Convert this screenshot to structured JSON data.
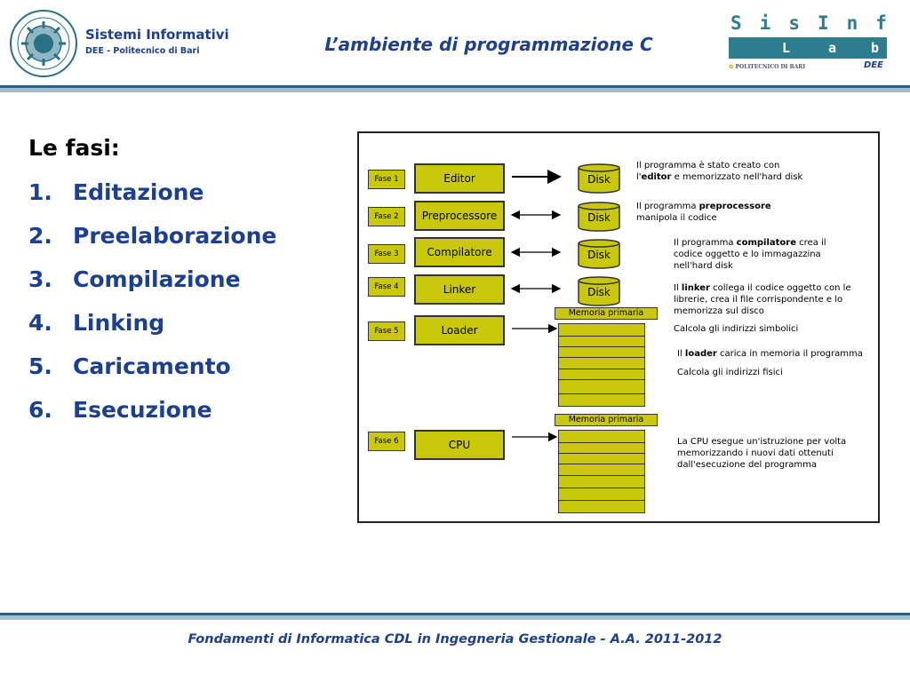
{
  "header": {
    "org_title": "Sistemi Informativi",
    "org_subtitle": "DEE - Politecnico di Bari",
    "slide_title": "L’ambiente di programmazione C",
    "lab_logo": {
      "top_letters": [
        "S",
        "i",
        "s",
        "I",
        "n",
        "f"
      ],
      "lab_letters": [
        "L",
        "a",
        "b"
      ],
      "poli_text": "POLITECNICO DI BARI",
      "dee_text": "DEE"
    }
  },
  "list": {
    "heading": "Le fasi:",
    "items": [
      {
        "num": "1.",
        "label": "Editazione"
      },
      {
        "num": "2.",
        "label": "Preelaborazione"
      },
      {
        "num": "3.",
        "label": "Compilazione"
      },
      {
        "num": "4.",
        "label": "Linking"
      },
      {
        "num": "5.",
        "label": "Caricamento"
      },
      {
        "num": "6.",
        "label": "Esecuzione"
      }
    ]
  },
  "diagram": {
    "phases": [
      {
        "fase": "Fase 1",
        "name": "Editor"
      },
      {
        "fase": "Fase 2",
        "name": "Preprocessore"
      },
      {
        "fase": "Fase 3",
        "name": "Compilatore"
      },
      {
        "fase": "Fase 4",
        "name": "Linker"
      },
      {
        "fase": "Fase 5",
        "name": "Loader"
      },
      {
        "fase": "Fase 6",
        "name": "CPU"
      }
    ],
    "disk_label": "Disk",
    "memory_label": "Memoria primaria",
    "descriptions": {
      "d1a": "Il programma è stato creato con",
      "d1b_pre": "l'",
      "d1b_bold": "editor",
      "d1b_post": " e memorizzato nell'hard disk",
      "d2a_pre": "Il programma ",
      "d2a_bold": "preprocessore",
      "d2b": "manipola il codice",
      "d3a_pre": "Il programma ",
      "d3a_bold": "compilatore",
      "d3a_post": " crea il",
      "d3b": "codice oggetto e lo immagazzina",
      "d3c": "nell'hard disk",
      "d4a_pre": "Il ",
      "d4a_bold": "linker",
      "d4a_post": " collega il codice oggetto con le",
      "d4b": "librerie, crea il file corrispondente e lo",
      "d4c": "memorizza sul disco",
      "d5a": "Calcola gli indirizzi simbolici",
      "d5b_pre": "Il ",
      "d5b_bold": "loader",
      "d5b_post": " carica in memoria il programma",
      "d5c": "Calcola gli indirizzi fisici",
      "d6a": "La CPU esegue un'istruzione per volta",
      "d6b": "memorizzando i nuovi dati ottenuti",
      "d6c": "dall'esecuzione del programma"
    }
  },
  "footer": "Fondamenti di Informatica  CDL in Ingegneria Gestionale - A.A. 2011-2012",
  "colors": {
    "title_blue": "#1c3f8f",
    "phase_fill": "#c9c80a",
    "lab_teal": "#2e7d8e"
  }
}
